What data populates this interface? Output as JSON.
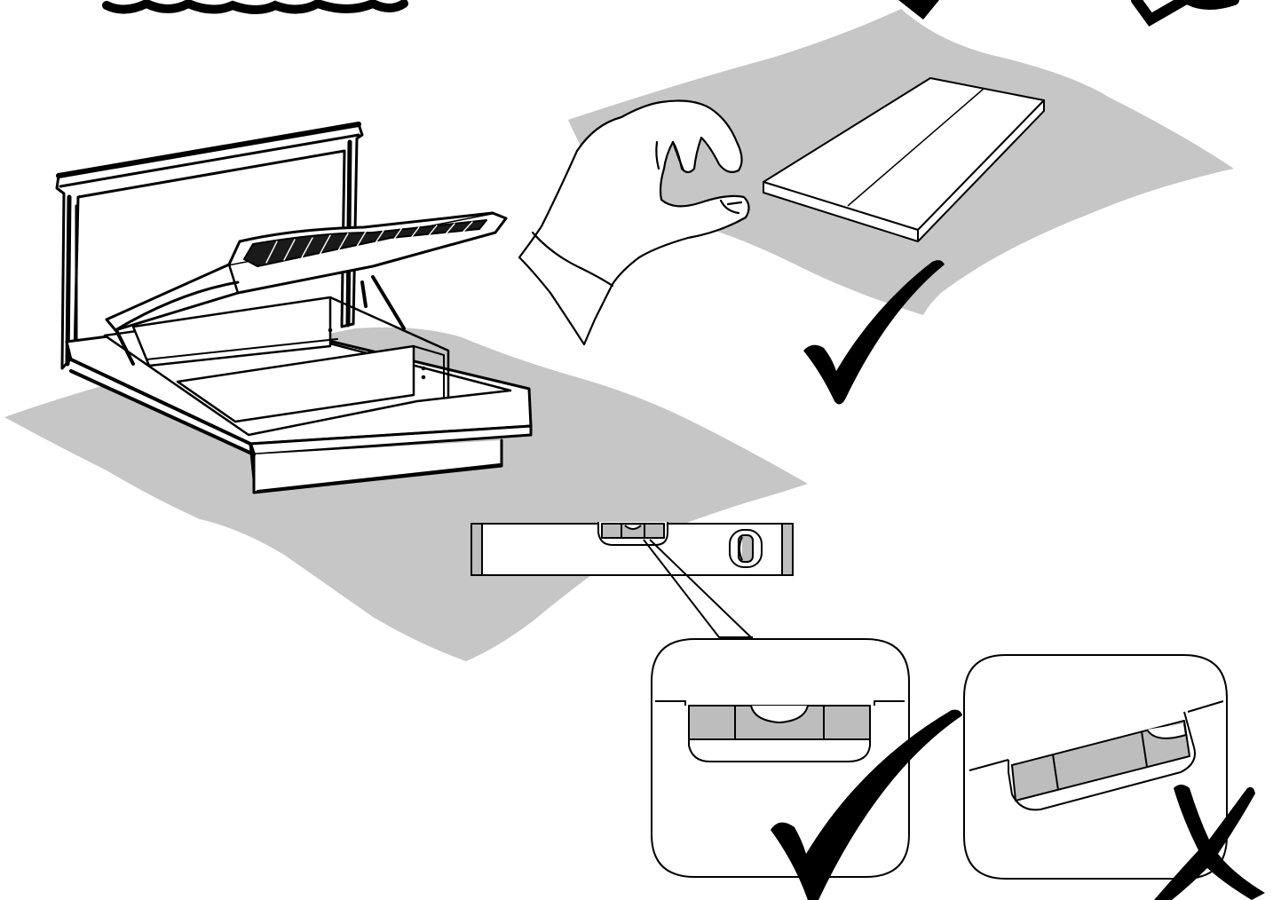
{
  "illustration": {
    "subject": "assembly-instruction-bed-placement",
    "panels": [
      {
        "name": "bed-on-floor"
      },
      {
        "name": "hand-and-board-on-floor",
        "verdict": "check-icon"
      },
      {
        "name": "spirit-level-on-floor"
      },
      {
        "name": "level-bubble-centered",
        "verdict": "check-icon"
      },
      {
        "name": "level-bubble-off-center",
        "verdict": "cross-icon"
      }
    ],
    "colors": {
      "floor": "#c6c6c6",
      "line": "#000000",
      "paper": "#ffffff",
      "vial": "#bdbdbd",
      "slats": "#1a1a1a"
    }
  }
}
